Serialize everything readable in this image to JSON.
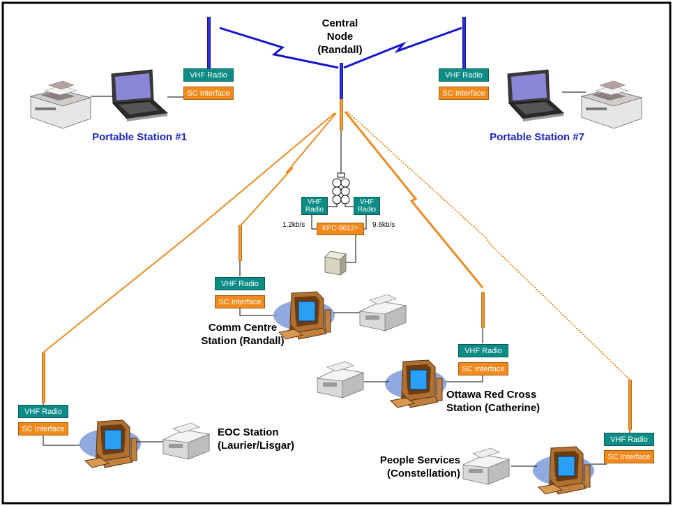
{
  "central_node": {
    "line1": "Central",
    "line2": "Node",
    "line3": "(Randall)"
  },
  "stations": {
    "portable1": {
      "label": "Portable Station #1",
      "radio": "VHF Radio",
      "interface": "SC Interface"
    },
    "portable7": {
      "label": "Portable Station  #7",
      "radio": "VHF Radio",
      "interface": "SC Interface"
    },
    "comm": {
      "line1": "Comm Centre",
      "line2": "Station (Randall)",
      "radio": "VHF Radio",
      "interface": "SC Interface"
    },
    "eoc": {
      "line1": "EOC Station",
      "line2": "(Laurier/Lisgar)",
      "radio": "VHF Radio",
      "interface": "SC Interface"
    },
    "redcross": {
      "line1": "Ottawa Red Cross",
      "line2": "Station (Catherine)",
      "radio": "VHF Radio",
      "interface": "SC Interface"
    },
    "people": {
      "line1": "People Services",
      "line2": "(Constellation)",
      "radio": "VHF Radio",
      "interface": "SC Interface"
    }
  },
  "hub": {
    "radio_left_1": "VHF",
    "radio_left_2": "Radio",
    "radio_right_1": "VHF",
    "radio_right_2": "Radio",
    "tnc": "KPC-9612+",
    "rate_left": "1.2kb/s",
    "rate_right": "9.6kb/s"
  },
  "colors": {
    "link_blue": "#1414d0",
    "link_orange": "#f08a1c",
    "teal": "#0d8c86",
    "label_blue": "#1a23c9"
  }
}
